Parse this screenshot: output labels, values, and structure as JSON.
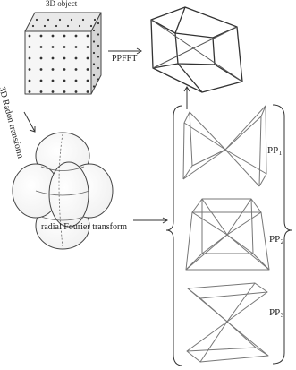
{
  "labels": {
    "object": "3D object",
    "ppfft": "PPFFT",
    "radon": "3D Radon transform",
    "radial": "radial Fourier transform",
    "pp1_base": "PP",
    "pp1_sub": "1",
    "pp2_base": "PP",
    "pp2_sub": "2",
    "pp3_base": "PP",
    "pp3_sub": "3"
  }
}
